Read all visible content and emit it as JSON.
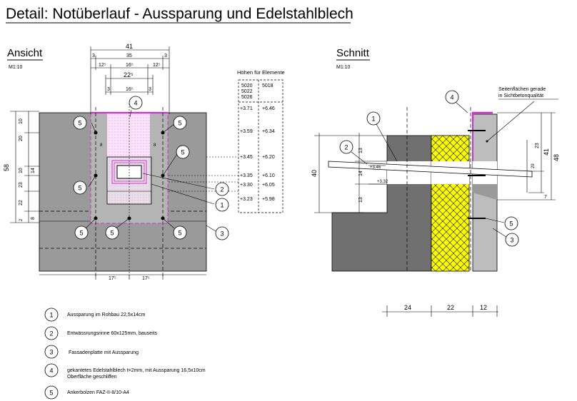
{
  "title": "Detail: Notüberlauf - Aussparung und Edelstahlblech",
  "left_view": {
    "title": "Ansicht",
    "scale": "M1:10",
    "dims": {
      "top1": "41",
      "top2a": "3",
      "top2b": "35",
      "top2c": "3",
      "top3a": "12⁵",
      "top3b": "16⁵",
      "top3c": "12⁵",
      "top4": "22⁵",
      "top5a": "3",
      "top5b": "16⁵",
      "top5c": "3",
      "bottom_a": "17⁵",
      "bottom_b": "17⁵",
      "left_total": "58",
      "left_segs": [
        "10",
        "20",
        "10",
        "23",
        "22",
        "2"
      ],
      "left_inner": [
        "14",
        "8"
      ],
      "inner_small": [
        "8",
        "8"
      ]
    }
  },
  "heights_table": {
    "title": "Höhen für Elemente",
    "col1_header": [
      "5020",
      "5022",
      "5026"
    ],
    "col2_header": "5018",
    "rows": [
      [
        "+3.71",
        "+6.46"
      ],
      [
        "+3.59",
        "+6.34"
      ],
      [
        "+3.45",
        "+6.20"
      ],
      [
        "+3.35",
        "+6.10"
      ],
      [
        "+3.30",
        "+6.05"
      ],
      [
        "+3.23",
        "+5.98"
      ]
    ]
  },
  "right_view": {
    "title": "Schnitt",
    "scale": "M1:10",
    "note_line1": "Seitenflächen gerade",
    "note_line2": "in Sichtbetonqualität",
    "dims": {
      "bottom": [
        "24",
        "22",
        "12"
      ],
      "left_outer": "40",
      "left_segs": [
        "13",
        "14",
        "13"
      ],
      "right_outer": "48",
      "right_inner": "41",
      "right_segs": [
        "23",
        "7"
      ],
      "slope_dim": "29",
      "levels": [
        "+3.46",
        "+3.32"
      ]
    }
  },
  "callouts": [
    "1",
    "2",
    "3",
    "4",
    "5"
  ],
  "legend": [
    {
      "num": "1",
      "text": "Aussparung im Rohbau 22,5x14cm"
    },
    {
      "num": "2",
      "text": "Entwässrungsrinne 60x125mm, bauseits"
    },
    {
      "num": "3",
      "text": "Fassadenplatte mit Aussparung"
    },
    {
      "num": "4",
      "text": "gekantetes Edelstahlblech t=2mm, mit Aussparung 16,5x10cm",
      "text2": "Oberfläche geschliffen"
    },
    {
      "num": "5",
      "text": "Ankerbolzen FAZ-II-8/10-A4"
    }
  ],
  "colors": {
    "concrete": "#9a9a9a",
    "dark_concrete": "#707070",
    "steel": "#cc33cc",
    "insulation": "#ffff00"
  }
}
